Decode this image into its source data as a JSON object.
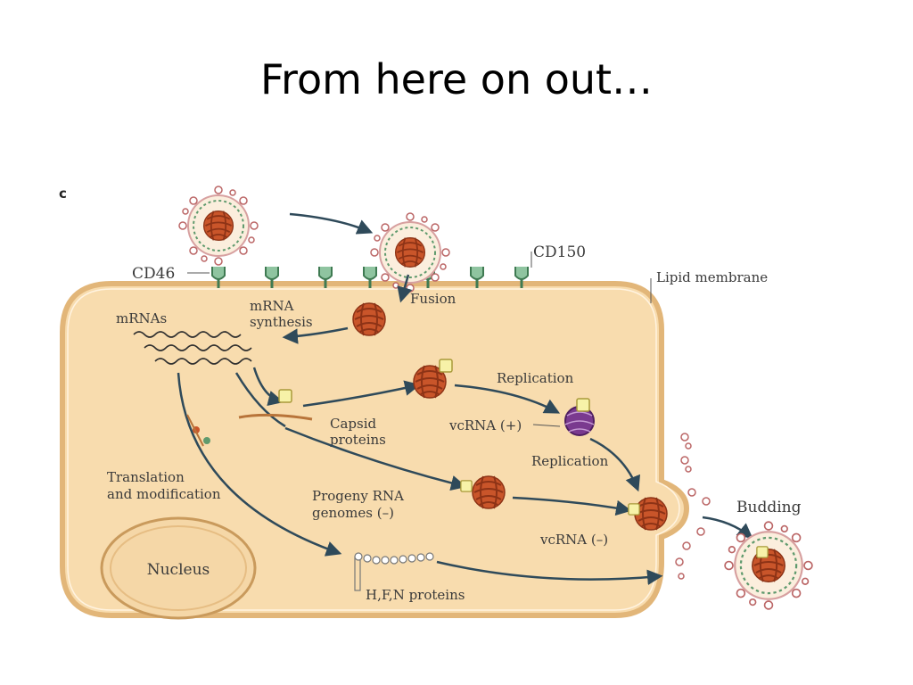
{
  "slide": {
    "title": "From here on out…"
  },
  "figure": {
    "panel_letter": "c",
    "labels": {
      "cd46": "CD46",
      "cd150": "CD150",
      "lipid_membrane": "Lipid membrane",
      "fusion": "Fusion",
      "mrna_synthesis_1": "mRNA",
      "mrna_synthesis_2": "synthesis",
      "mrnas": "mRNAs",
      "replication_1": "Replication",
      "replication_2": "Replication",
      "vcrna_plus": "vcRNA (+)",
      "capsid_1": "Capsid",
      "capsid_2": "proteins",
      "translation_1": "Translation",
      "translation_2": "and modification",
      "progeny_1": "Progeny RNA",
      "progeny_2": "genomes (–)",
      "vcrna_minus": "vcRNA (–)",
      "budding": "Budding",
      "nucleus": "Nucleus",
      "hfn": "H,F,N proteins"
    },
    "colors": {
      "cytoplasm": "#f8dcae",
      "membrane": "#e9c48d",
      "nucleocapsid": "#c9552a",
      "receptor": "#5f9a6d",
      "viral_rna_plus": "#7a3a8f",
      "protein": "#f7f2a8"
    }
  }
}
